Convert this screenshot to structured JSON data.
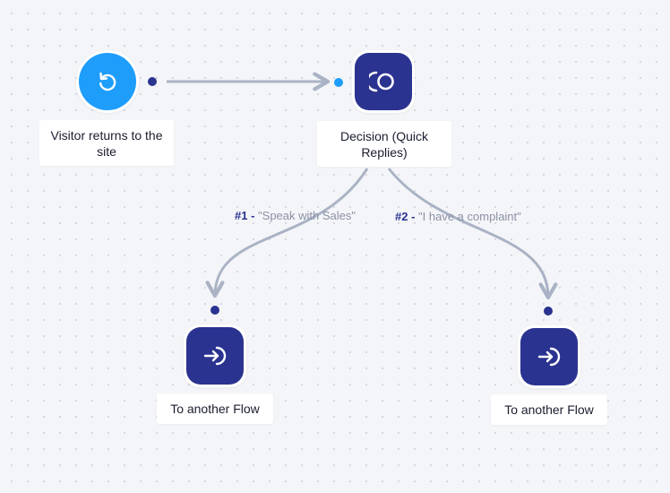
{
  "nodes": {
    "trigger": {
      "label": "Visitor returns to the site",
      "icon": "refresh-icon"
    },
    "decision": {
      "label": "Decision (Quick Replies)",
      "icon": "decision-icon"
    },
    "flow_left": {
      "label": "To another Flow",
      "icon": "enter-flow-icon"
    },
    "flow_right": {
      "label": "To another Flow",
      "icon": "enter-flow-icon"
    }
  },
  "branches": [
    {
      "number": "#1 -",
      "text": "\"Speak with Sales\""
    },
    {
      "number": "#2 -",
      "text": "\"I have a complaint\""
    }
  ],
  "colors": {
    "trigger": "#1e9dfb",
    "action": "#2b3390",
    "edge": "#aab3c5",
    "background": "#f4f5f8"
  }
}
